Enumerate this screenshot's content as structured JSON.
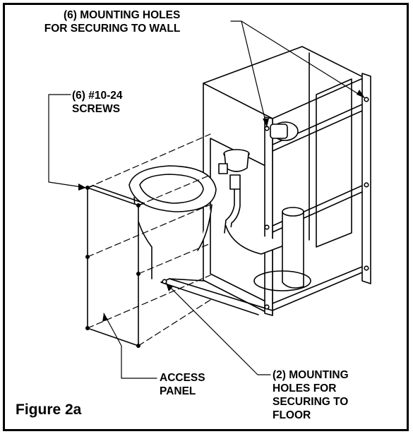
{
  "callouts": {
    "wall_holes": [
      "(6) MOUNTING HOLES",
      "FOR SECURING TO WALL"
    ],
    "screws": [
      "(6) #10-24",
      "SCREWS"
    ],
    "access_panel": [
      "ACCESS",
      "PANEL"
    ],
    "floor_holes": [
      "(2) MOUNTING",
      "HOLES FOR",
      "SECURING TO",
      "FLOOR"
    ]
  },
  "figure_label": "Figure 2a"
}
